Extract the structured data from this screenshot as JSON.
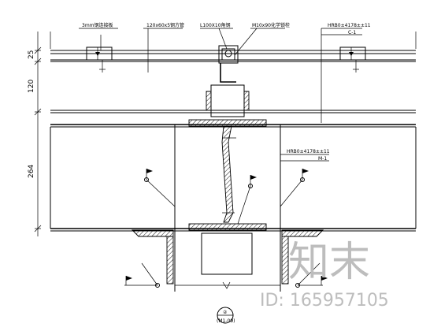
{
  "callouts": {
    "embed_plate": "3mm钢连接板",
    "steel_tube": "120x60x5钢方管",
    "angle": "L100X10角钢",
    "bolt": "M10x90化学锁栓",
    "weld_top": "HRB0±4178±±11",
    "weld_top_ref": "C-1",
    "weld_mid": "HRB0±4178±±11",
    "weld_mid_ref": "M-1"
  },
  "dimensions": {
    "d1": "25",
    "d2": "120",
    "d3": "264"
  },
  "section_label": {
    "number": "②",
    "sheet": "(M1-09)"
  },
  "watermark": {
    "brand": "知末",
    "id_text": "ID: 165957105"
  }
}
